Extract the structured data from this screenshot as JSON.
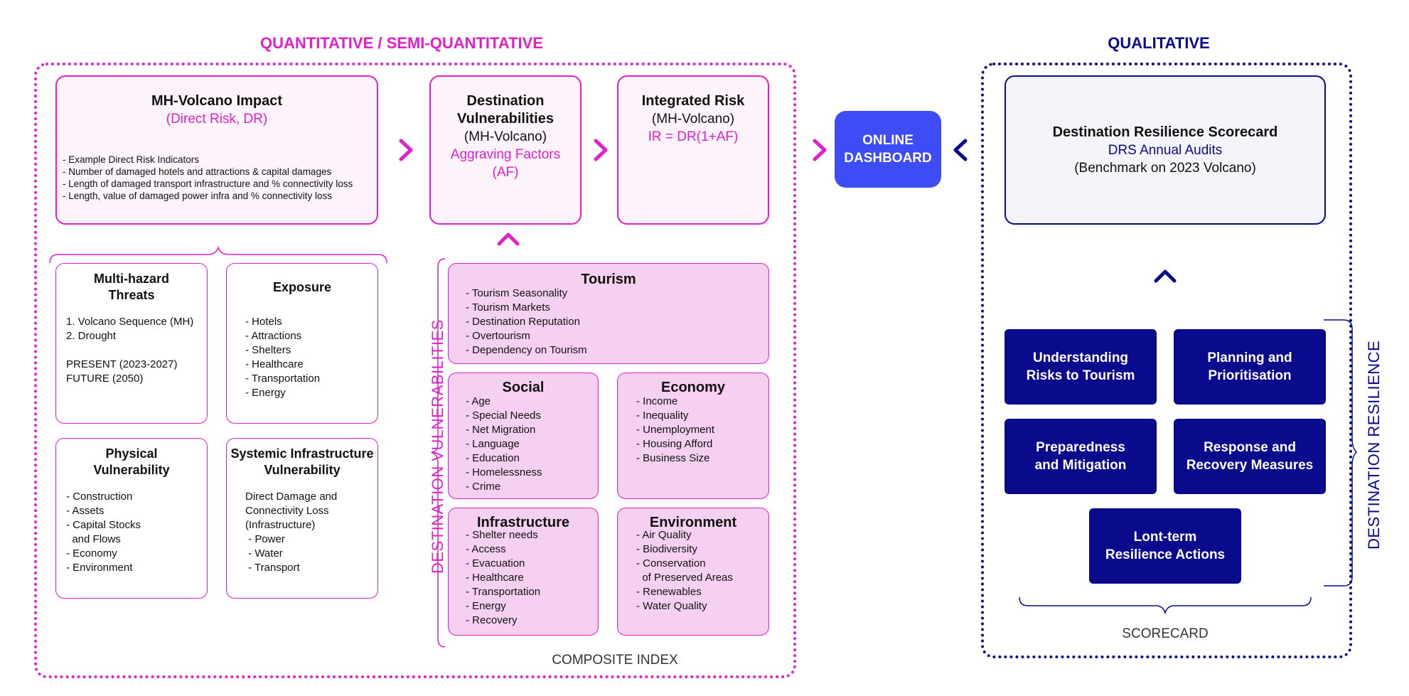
{
  "headings": {
    "quantitative": "QUANTITATIVE / SEMI-QUANTITATIVE",
    "qualitative": "QUALITATIVE"
  },
  "impact": {
    "title": "MH-Volcano Impact",
    "subtitle": "(Direct Risk, DR)",
    "lines": [
      "- Example Direct Risk Indicators",
      "- Number of damaged hotels and attractions & capital damages",
      "- Length of damaged transport infrastructure and % connectivity loss",
      "- Length, value of damaged power infra and % connectivity loss"
    ]
  },
  "dest_vuln_box": {
    "title_1": "Destination",
    "title_2": "Vulnerabilities",
    "line_1": "(MH-Volcano)",
    "line_2": "Aggraving Factors",
    "line_3": "(AF)"
  },
  "integrated": {
    "title": "Integrated Risk",
    "line_1": "(MH-Volcano)",
    "line_2": "IR = DR(1+AF)"
  },
  "dashboard": {
    "line_1": "ONLINE",
    "line_2": "DASHBOARD"
  },
  "scorecard_box": {
    "title": "Destination  Resilience Scorecard",
    "line_1": "DRS Annual Audits",
    "line_2": "(Benchmark on 2023 Volcano)"
  },
  "threats": {
    "title_1": "Multi-hazard",
    "title_2": "Threats",
    "lines": [
      "1. Volcano Sequence (MH)",
      "2. Drought",
      "",
      "PRESENT (2023-2027)",
      "FUTURE (2050)"
    ]
  },
  "exposure": {
    "title": "Exposure",
    "lines": [
      "- Hotels",
      "- Attractions",
      "- Shelters",
      "- Healthcare",
      "- Transportation",
      "- Energy"
    ]
  },
  "physical": {
    "title_1": "Physical",
    "title_2": "Vulnerability",
    "lines": [
      "- Construction",
      "- Assets",
      "- Capital Stocks",
      "  and Flows",
      "- Economy",
      "- Environment"
    ]
  },
  "systemic": {
    "title_1": "Systemic Infrastructure",
    "title_2": "Vulnerability",
    "lines": [
      "Direct Damage and",
      "Connectivity Loss",
      "(Infrastructure)",
      " - Power",
      " - Water",
      " - Transport"
    ]
  },
  "tourism": {
    "title": "Tourism",
    "lines": [
      "- Tourism Seasonality",
      "- Tourism Markets",
      "- Destination Reputation",
      "- Overtourism",
      "- Dependency on Tourism"
    ]
  },
  "social": {
    "title": "Social",
    "lines": [
      "- Age",
      "- Special Needs",
      "- Net Migration",
      "- Language",
      "- Education",
      "- Homelessness",
      "- Crime"
    ]
  },
  "economy": {
    "title": "Economy",
    "lines": [
      "- Income",
      "- Inequality",
      "- Unemployment",
      "- Housing Afford",
      "- Business Size"
    ]
  },
  "infrastructure": {
    "title": "Infrastructure",
    "lines": [
      "- Shelter needs",
      "- Access",
      "- Evacuation",
      "- Healthcare",
      "- Transportation",
      "- Energy",
      "- Recovery"
    ]
  },
  "environment": {
    "title": "Environment",
    "lines": [
      "- Air Quality",
      "- Biodiversity",
      "- Conservation",
      "  of Preserved Areas",
      "- Renewables",
      "- Water Quality"
    ]
  },
  "labels": {
    "dest_vulnerabilities_vertical": "DESTINATION VULNERABILITIES",
    "composite_index": "COMPOSITE INDEX",
    "dest_resilience_vertical": "DESTINATION RESILIENCE",
    "scorecard": "SCORECARD"
  },
  "resilience_actions": {
    "understanding": [
      "Understanding",
      "Risks to Tourism"
    ],
    "planning": [
      "Planning and",
      "Prioritisation"
    ],
    "preparedness": [
      "Preparedness",
      "and Mitigation"
    ],
    "response": [
      "Response and",
      "Recovery Measures"
    ],
    "longterm": [
      "Lont-term",
      "Resilience Actions"
    ]
  },
  "colors": {
    "magenta": "#e020c8",
    "navy": "#0a0a8c",
    "dashboard_blue": "#3d4cf5",
    "pink_fill": "#f6d0f0"
  }
}
